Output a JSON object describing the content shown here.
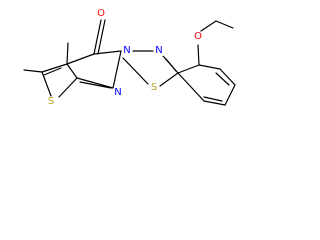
{
  "molecule": {
    "atom_labels": {
      "carbonyl_oxygen": "O",
      "n_bridgehead": "N",
      "n_triazole": "N",
      "n_pyrimidine": "N",
      "s_thiophene": "S",
      "s_thiadiazole": "S",
      "o_ether": "O"
    },
    "colors": {
      "bond": "#000000",
      "oxygen": "#ff0000",
      "nitrogen": "#0000ff",
      "sulfur": "#b5a51a"
    }
  }
}
